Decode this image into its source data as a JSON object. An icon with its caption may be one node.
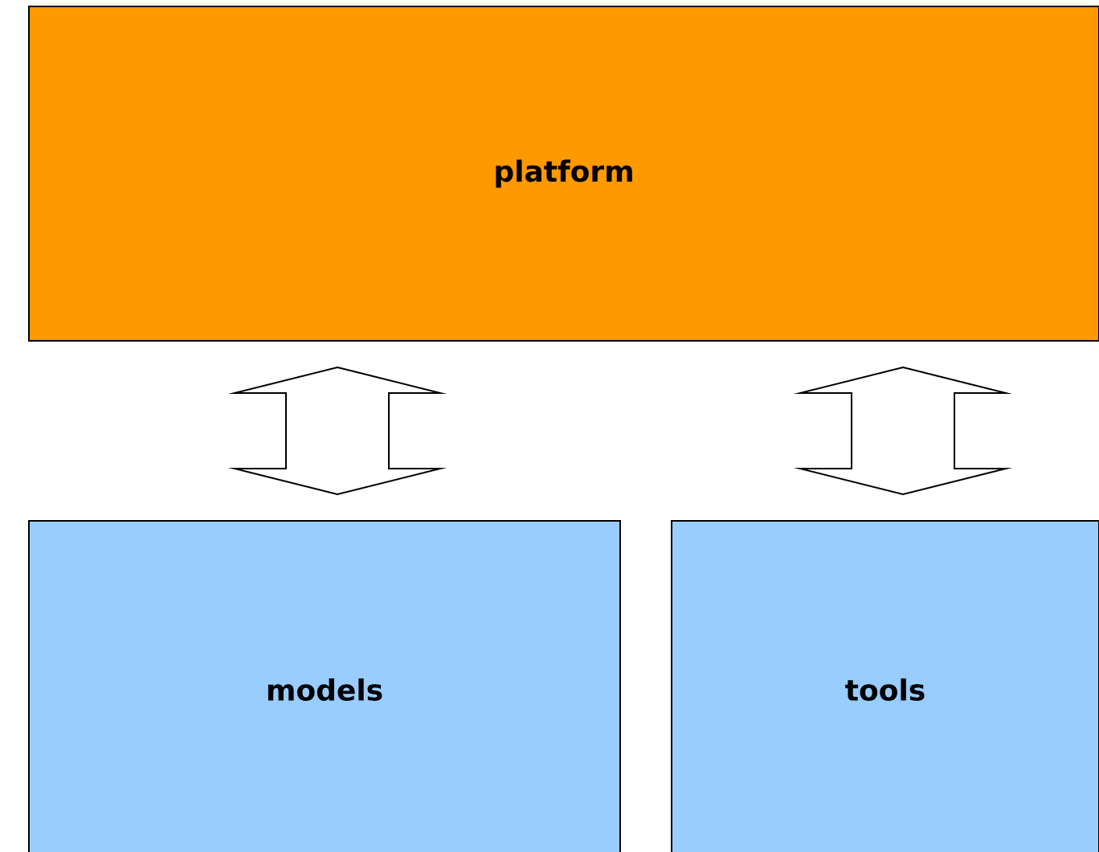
{
  "diagram": {
    "nodes": [
      {
        "text": [
          "platform"
        ]
      },
      {
        "text": [
          "models"
        ]
      },
      {
        "text": [
          "tools"
        ]
      }
    ],
    "edges": [
      {
        "from": 0,
        "to": 1,
        "arrow": "both"
      },
      {
        "from": 0,
        "to": 2,
        "arrow": "both"
      }
    ]
  }
}
